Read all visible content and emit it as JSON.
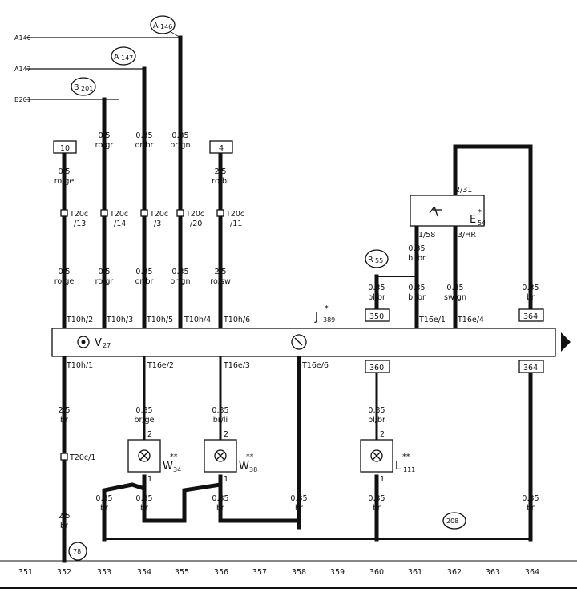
{
  "connections": [
    {
      "id": "A146",
      "text": "A146",
      "circle": "A",
      "sub": "146"
    },
    {
      "id": "A147",
      "text": "A147",
      "circle": "A",
      "sub": "147"
    },
    {
      "id": "B201",
      "text": "B201",
      "circle": "B",
      "sub": "201"
    }
  ],
  "fuses": {
    "f1": "10",
    "f2": "4"
  },
  "module": {
    "label": "V",
    "sub": "27",
    "j_label": "J",
    "j_sub": "389",
    "j_mark": "*"
  },
  "wires_top": [
    {
      "size": "0.5",
      "color": "ro/ge"
    },
    {
      "size": "0.5",
      "color": "ro/gr"
    },
    {
      "size": "0.35",
      "color": "or/br"
    },
    {
      "size": "0.35",
      "color": "or/gn"
    },
    {
      "size": "2.5",
      "color": "ro/bl"
    }
  ],
  "connectors_t20": [
    {
      "name": "T20c",
      "pin": "/13"
    },
    {
      "name": "T20c",
      "pin": "/14"
    },
    {
      "name": "T20c",
      "pin": "/3"
    },
    {
      "name": "T20c",
      "pin": "/20"
    },
    {
      "name": "T20c",
      "pin": "/11"
    }
  ],
  "wires_mid": [
    {
      "size": "0.5",
      "color": "ro/ge"
    },
    {
      "size": "0.5",
      "color": "ro/gr"
    },
    {
      "size": "0.35",
      "color": "or/br"
    },
    {
      "size": "0.35",
      "color": "or/gn"
    },
    {
      "size": "2.5",
      "color": "ro/sw"
    },
    {
      "size": "0.35",
      "color": "bl/br"
    },
    {
      "size": "0.35",
      "color": "bl/br"
    },
    {
      "size": "0.35",
      "color": "sw/gn"
    },
    {
      "size": "0.35",
      "color": "br"
    }
  ],
  "pins_top": [
    "T10h/2",
    "T10h/3",
    "T10h/5",
    "T10h/4",
    "T10h/6",
    "T16e/1",
    "T16e/4"
  ],
  "pins_bottom": [
    "T10h/1",
    "T16e/2",
    "T16e/3",
    "T16e/6"
  ],
  "refs": {
    "r350": "350",
    "r360": "360",
    "r364a": "364",
    "r364b": "364",
    "r208": "208",
    "r78": "78"
  },
  "r55": {
    "circle": "R",
    "sub": "55"
  },
  "switch": {
    "label": "E",
    "sub": "54",
    "mark": "*",
    "pin_top": "2/31",
    "pin_left": "1/58",
    "pin_right": "3/HR",
    "icon": "dimmer-icon"
  },
  "wires_upper_right": {
    "size": "0.35",
    "color": "bl/br"
  },
  "wires_bottom": [
    {
      "size": "2.5",
      "color": "br"
    },
    {
      "size": "0.35",
      "color": "br/ge"
    },
    {
      "size": "0.35",
      "color": "br/li"
    },
    {
      "size": "0.35",
      "color": "bl/br"
    }
  ],
  "connector_t20c1": {
    "name": "T20c/1"
  },
  "lamps": [
    {
      "id": "W34",
      "label": "W",
      "sub": "34",
      "mark": "**",
      "pin_top": "2",
      "pin_bot": "1"
    },
    {
      "id": "W38",
      "label": "W",
      "sub": "38",
      "mark": "**",
      "pin_top": "2",
      "pin_bot": "1"
    },
    {
      "id": "L111",
      "label": "L",
      "sub": "111",
      "mark": "**",
      "pin_top": "2",
      "pin_bot": "1"
    }
  ],
  "wires_ground": [
    {
      "size": "2.5",
      "color": "br"
    },
    {
      "size": "0.35",
      "color": "br"
    },
    {
      "size": "0.35",
      "color": "br"
    },
    {
      "size": "0.35",
      "color": "br"
    },
    {
      "size": "0.35",
      "color": "br"
    },
    {
      "size": "0.35",
      "color": "br"
    },
    {
      "size": "0.35",
      "color": "br"
    }
  ],
  "grid": [
    "351",
    "352",
    "353",
    "354",
    "355",
    "356",
    "357",
    "358",
    "359",
    "360",
    "361",
    "362",
    "363",
    "364"
  ],
  "colors": {
    "line": "#111111",
    "background": "#ffffff"
  }
}
